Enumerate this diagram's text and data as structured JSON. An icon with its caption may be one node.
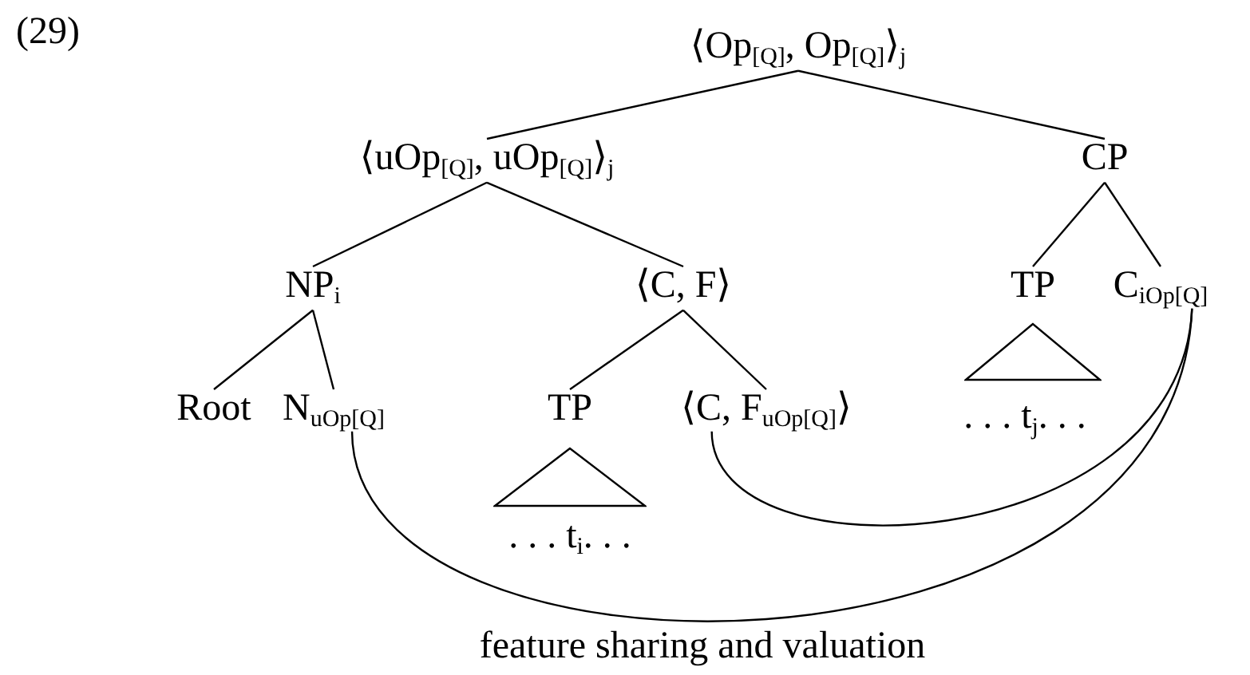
{
  "diagram": {
    "nodes": [
      {
        "text": [
          "⟨Op$_{[Q]}$, Op$_{[Q]}$⟩$_{j}$"
        ]
      },
      {
        "text": [
          "⟨uOp$_{[Q]}$, uOp$_{[Q]}$⟩$_{j}$"
        ]
      },
      {
        "text": [
          "CP"
        ]
      },
      {
        "text": [
          "NP$_{i}$"
        ]
      },
      {
        "text": [
          "⟨C, F⟩"
        ]
      },
      {
        "text": [
          "TP"
        ]
      },
      {
        "text": [
          "C$_{iOp[Q]}$"
        ]
      },
      {
        "text": [
          "Root"
        ]
      },
      {
        "text": [
          "N$_{uOp[Q]}$"
        ]
      },
      {
        "text": [
          "TP"
        ]
      },
      {
        "text": [
          "⟨C, F$_{uOp[Q]}$⟩"
        ]
      },
      {
        "text": [
          ". . . t$_{j}$. . ."
        ]
      },
      {
        "text": [
          ". . . t$_{i}$. . ."
        ]
      },
      {
        "text": [],
        "shape": "triangle"
      },
      {
        "text": [],
        "shape": "triangle"
      }
    ],
    "edges": [
      {
        "from": 0,
        "to": 1,
        "arrow": "none"
      },
      {
        "from": 0,
        "to": 2,
        "arrow": "none"
      },
      {
        "from": 1,
        "to": 3,
        "arrow": "none"
      },
      {
        "from": 1,
        "to": 4,
        "arrow": "none"
      },
      {
        "from": 2,
        "to": 5,
        "arrow": "none"
      },
      {
        "from": 2,
        "to": 6,
        "arrow": "none"
      },
      {
        "from": 3,
        "to": 7,
        "arrow": "none"
      },
      {
        "from": 3,
        "to": 8,
        "arrow": "none"
      },
      {
        "from": 4,
        "to": 9,
        "arrow": "none"
      },
      {
        "from": 4,
        "to": 10,
        "arrow": "none"
      },
      {
        "from": 8,
        "to": 6,
        "arrow": "none"
      },
      {
        "from": 10,
        "to": 6,
        "arrow": "none"
      }
    ],
    "labels": [
      "(29)",
      "feature sharing and valuation"
    ]
  }
}
